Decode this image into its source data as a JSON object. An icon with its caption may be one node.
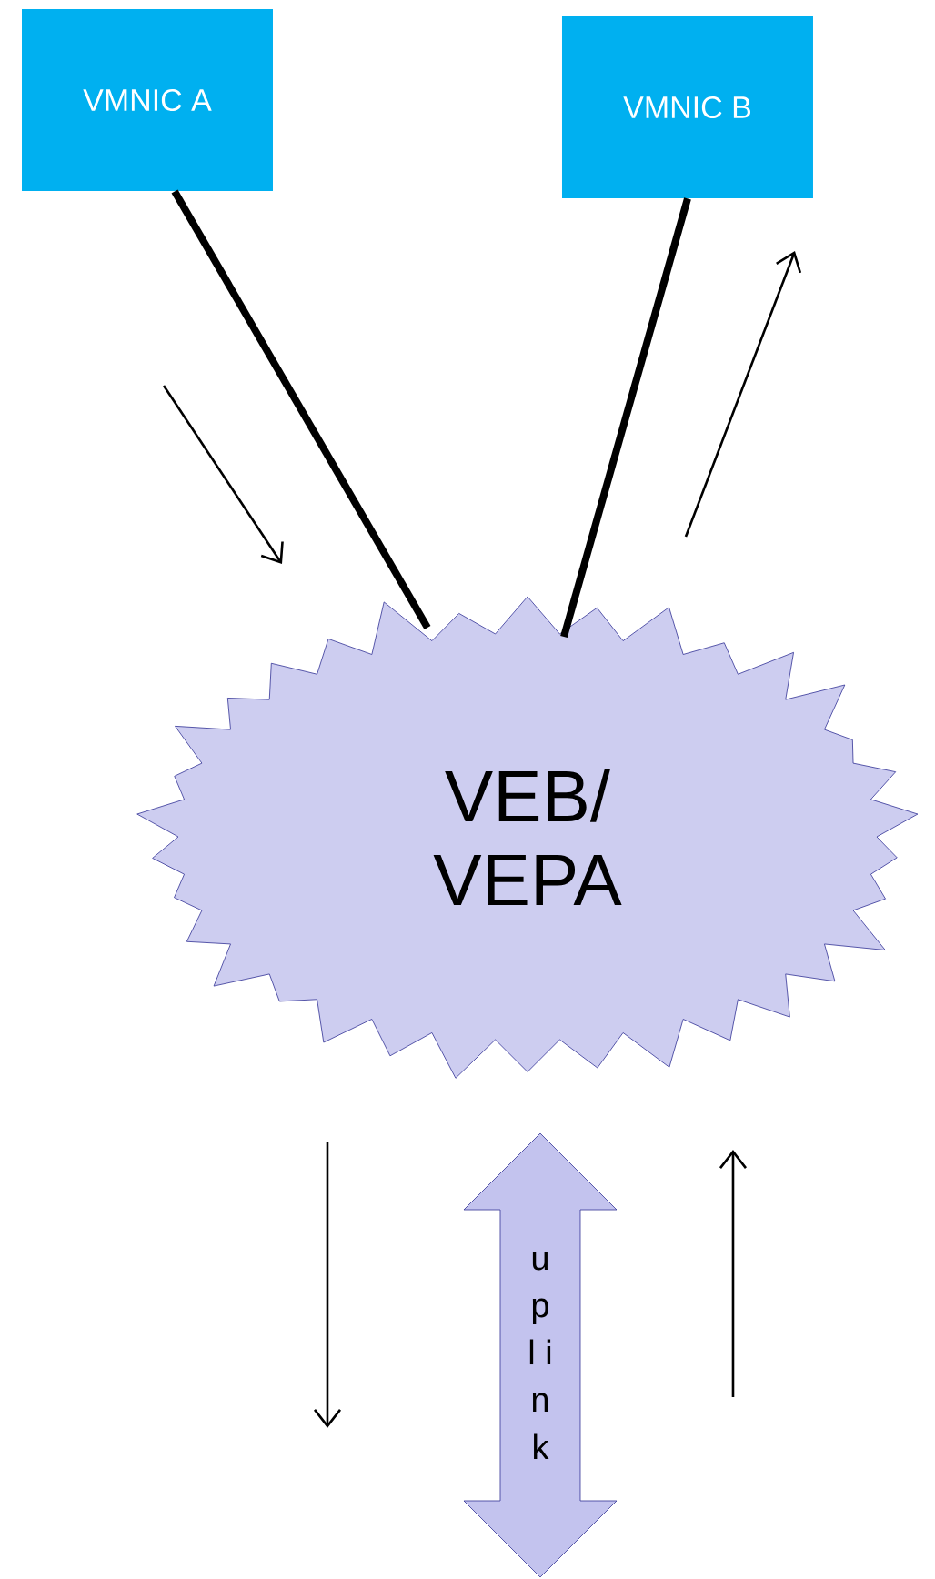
{
  "diagram": {
    "nodes": [
      {
        "text": [
          "VMNIC A"
        ]
      },
      {
        "text": [
          "VMNIC B"
        ]
      },
      {
        "text": [
          "VEB/ VEPA"
        ]
      },
      {
        "text": [
          "u p l i n k"
        ]
      }
    ],
    "edges": [
      {
        "from": 0,
        "to": 2,
        "arrow": "none"
      },
      {
        "from": 1,
        "to": 2,
        "arrow": "none"
      }
    ]
  }
}
